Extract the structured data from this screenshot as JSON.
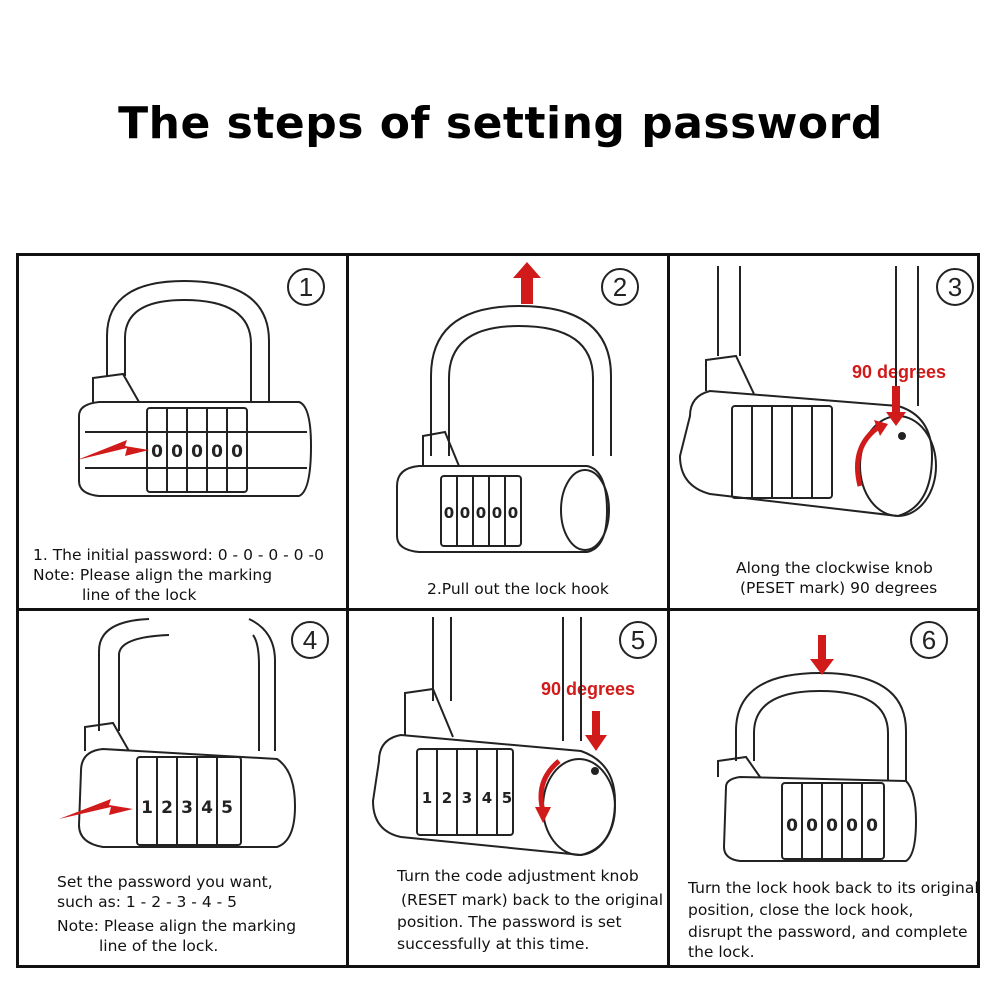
{
  "title": "The steps of setting password",
  "steps": [
    {
      "number": "1",
      "lines": [
        "1. The initial password: 0 - 0 - 0 - 0 -0",
        "Note: Please align the marking",
        "line of the lock"
      ]
    },
    {
      "number": "2",
      "lines": [
        "2.Pull out the lock hook"
      ]
    },
    {
      "number": "3",
      "lines": [
        "Along the clockwise knob",
        "(PESET mark) 90 degrees"
      ],
      "angle_label": "90 degrees"
    },
    {
      "number": "4",
      "lines": [
        "Set the password you want,",
        "such as: 1 - 2 - 3 - 4 - 5",
        "Note: Please align the marking",
        "line of the lock."
      ]
    },
    {
      "number": "5",
      "lines": [
        "Turn the code adjustment knob",
        "(RESET mark) back to the original",
        "position. The password is set",
        "successfully at this time."
      ],
      "angle_label": "90 degrees"
    },
    {
      "number": "6",
      "lines": [
        "Turn the lock hook back to its original",
        "position, close the lock hook,",
        "disrupt the password, and complete",
        "the lock."
      ]
    }
  ],
  "colors": {
    "arrow": "#d11a1a",
    "line": "#222222"
  }
}
